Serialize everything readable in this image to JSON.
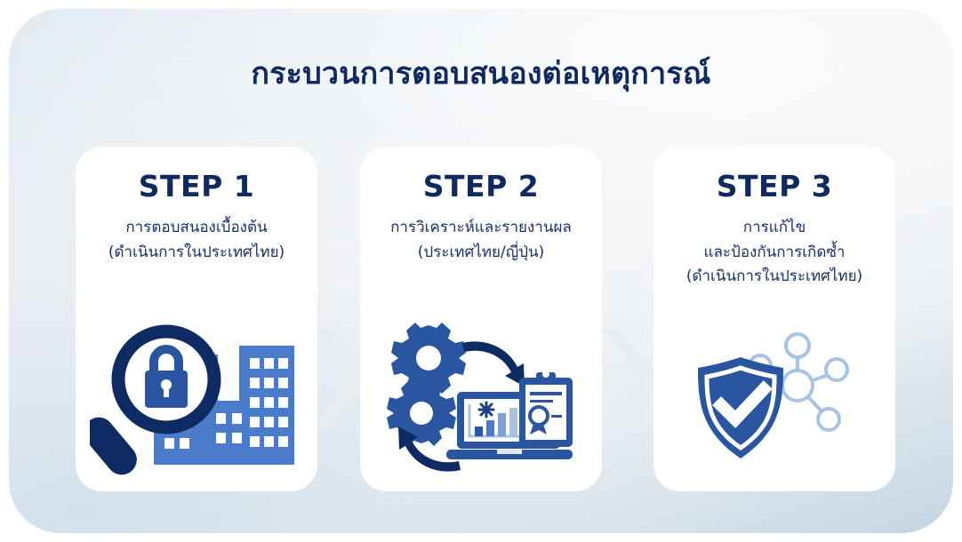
{
  "title": "กระบวนการตอบสนองต่อเหตุการณ์",
  "colors": {
    "navy": "#0f2a60",
    "mid_blue": "#2a55a0",
    "building_blue": "#4a7ccb",
    "light_blue": "#a9c4e2",
    "panel_light": "#eceff3",
    "panel_dark": "#c3d5e3",
    "card_white": "#ffffff",
    "chevron": "#e7edf1"
  },
  "steps": [
    {
      "heading": "STEP 1",
      "lines": [
        "การตอบสนองเบื้องต้น",
        "(ดำเนินการในประเทศไทย)"
      ],
      "icon": "magnifier-lock-buildings-icon"
    },
    {
      "heading": "STEP 2",
      "lines": [
        "การวิเคราะห์และรายงานผล",
        "(ประเทศไทย/ญี่ปุ่น)"
      ],
      "icon": "gears-laptop-report-icon"
    },
    {
      "heading": "STEP 3",
      "lines": [
        "การแก้ไข",
        "และป้องกันการเกิดซ้ำ",
        "(ดำเนินการในประเทศไทย)"
      ],
      "icon": "shield-check-network-icon"
    }
  ],
  "connectors": [
    {
      "name": "chevron-step1-step2"
    },
    {
      "name": "chevron-step2-step3"
    }
  ]
}
